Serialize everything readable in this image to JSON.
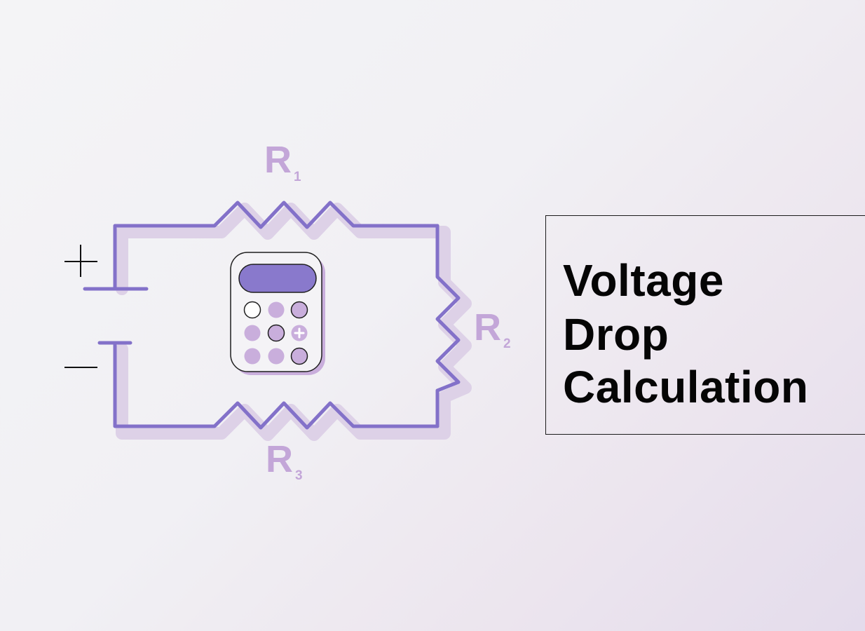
{
  "title": {
    "lines": [
      "Voltage",
      "Drop",
      "Calculation"
    ]
  },
  "circuit": {
    "resistors": [
      {
        "letter": "R",
        "sub": "1"
      },
      {
        "letter": "R",
        "sub": "2"
      },
      {
        "letter": "R",
        "sub": "3"
      }
    ],
    "battery": {
      "positive_symbol": "plus-sign-icon",
      "negative_symbol": "minus-sign-icon"
    },
    "center_icon": "calculator-icon"
  },
  "colors": {
    "wire": "#8371c9",
    "wire_shadow": "#ddd1e7",
    "label": "#c3a6d8",
    "calc_display": "#8979cc",
    "calc_button": "#c9aedc",
    "title_text": "#050505",
    "frame": "#1b1b1b"
  }
}
